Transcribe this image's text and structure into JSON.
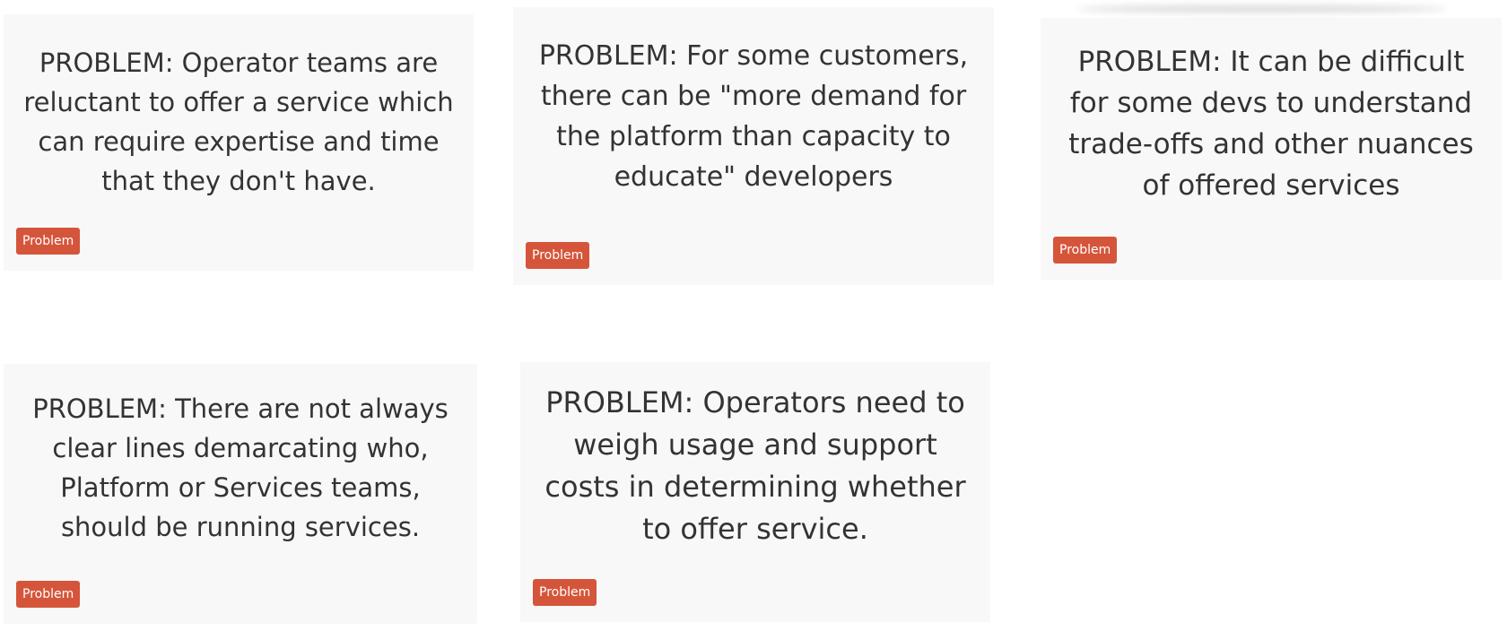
{
  "cards": [
    {
      "text": "PROBLEM: Operator teams are reluctant to offer a service which can require expertise and time that they don't have.",
      "tag": "Problem"
    },
    {
      "text": "PROBLEM: For some customers, there can be \"more demand for the platform than capacity to educate\" developers",
      "tag": "Problem"
    },
    {
      "text": "PROBLEM: It can be difficult for some devs to understand trade-offs and other nuances of offered services",
      "tag": "Problem"
    },
    {
      "text": "PROBLEM: There are not always clear lines demarcating who, Platform or Services teams, should be running services.",
      "tag": "Problem"
    },
    {
      "text": "PROBLEM: Operators need to weigh usage and support costs in determining whether to offer service.",
      "tag": "Problem"
    }
  ],
  "colors": {
    "tag_background": "#d5553b",
    "card_background": "#f8f8f8",
    "text": "#333333"
  }
}
